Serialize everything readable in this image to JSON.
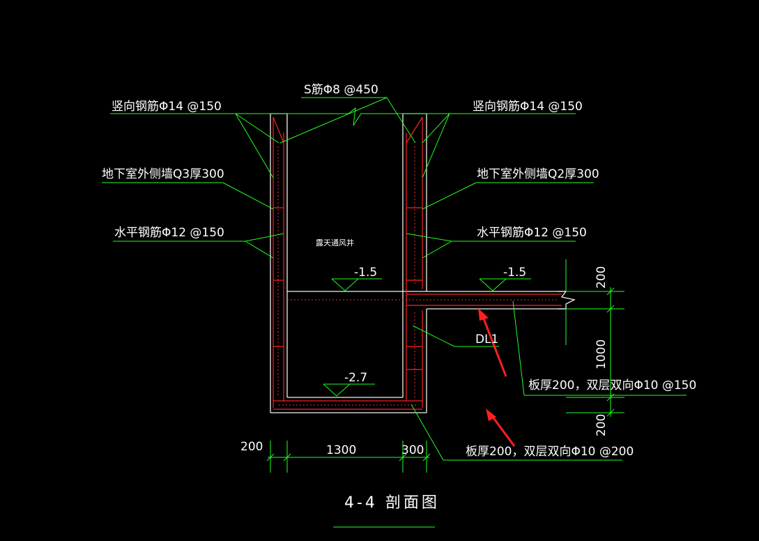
{
  "colors": {
    "background": "#000000",
    "leader": "#22ff22",
    "outline": "#f2f2f2",
    "rebar": "#ff2222",
    "arrow": "#ff2020"
  },
  "labels": {
    "s_bar": "S筋Φ8 @450",
    "vert_left": "竖向钢筋Φ14 @150",
    "vert_right": "竖向钢筋Φ14 @150",
    "wall_left": "地下室外侧墙Q3厚300",
    "wall_right": "地下室外侧墙Q2厚300",
    "horiz_left": "水平钢筋Φ12 @150",
    "horiz_right": "水平钢筋Φ12 @150",
    "shaft_name": "露天通风井",
    "beam": "DL1",
    "slab_upper": "板厚200，双层双向Φ10 @150",
    "slab_lower": "板厚200，双层双向Φ10 @200"
  },
  "levels": {
    "shaft_mid": "-1.5",
    "right_floor": "-1.5",
    "shaft_bottom": "-2.7"
  },
  "dimensions": {
    "left_wall": "200",
    "shaft_width": "1300",
    "right_wall": "300",
    "slab_thickness": "200",
    "beam_depth": "1000",
    "bottom_slab": "200"
  },
  "title": "4-4 剖面图"
}
